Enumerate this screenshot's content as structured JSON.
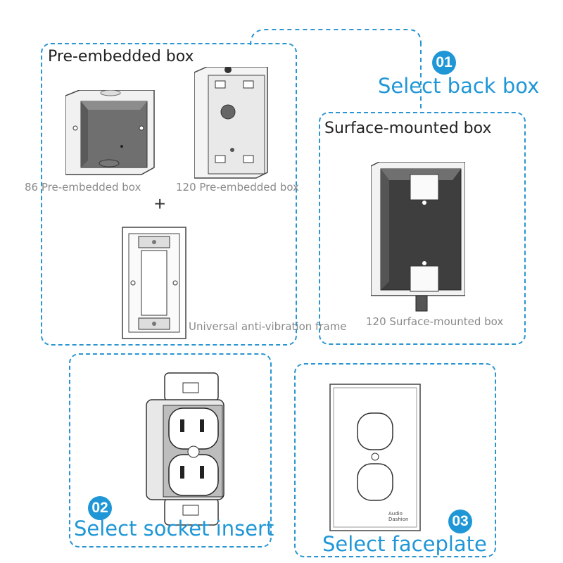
{
  "steps": [
    {
      "number": "01",
      "label": "Select back box"
    },
    {
      "number": "02",
      "label": "Select socket insert"
    },
    {
      "number": "03",
      "label": "Select faceplate"
    }
  ],
  "pre_embedded": {
    "heading": "Pre-embedded box",
    "items": [
      "86 Pre-embedded box",
      "120 Pre-embedded box",
      "Universal anti-vibration frame"
    ],
    "joiner": "+"
  },
  "surface_mounted": {
    "heading": "Surface-mounted box",
    "items": [
      "120 Surface-mounted box"
    ]
  },
  "faceplate_logo": "Audio Dashion",
  "colors": {
    "accent": "#1f97d6",
    "caption": "#8a8a8a",
    "heading": "#222222"
  }
}
